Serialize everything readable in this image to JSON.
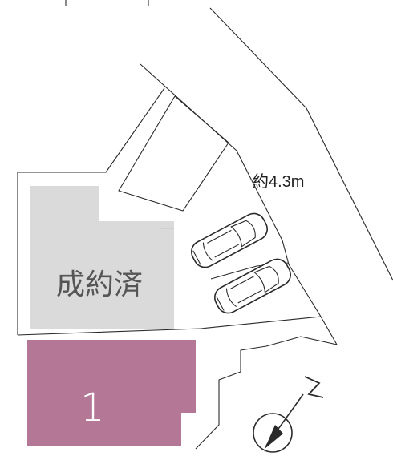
{
  "plot_sold": {
    "label": "成約済",
    "fill": "#d9dad9"
  },
  "plot_lot_1": {
    "label": "1",
    "fill": "#b47796"
  },
  "road_width": {
    "label": "約4.3m"
  },
  "north_arrow": {
    "label": "N",
    "icon": "compass-north-icon"
  },
  "parking_cars": [
    {
      "name": "parked-car-upper"
    },
    {
      "name": "parked-car-lower"
    }
  ]
}
